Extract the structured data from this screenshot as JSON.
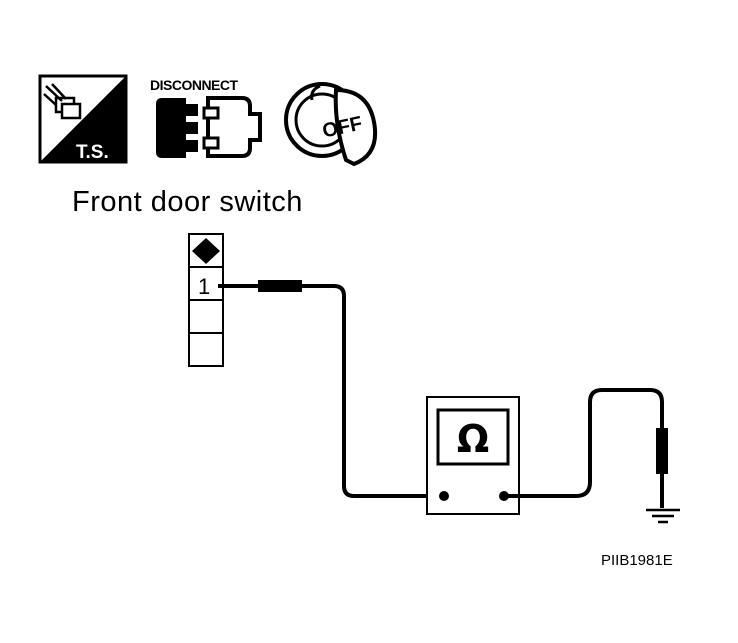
{
  "diagram": {
    "title": "Front door switch",
    "connector_pin": "1",
    "part_code": "PIIB1981E"
  },
  "icons": {
    "test_icon_label": "T.S.",
    "disconnect_label": "DISCONNECT",
    "ignition_label": "OFF",
    "meter_symbol": "Ω"
  },
  "colors": {
    "line": "#000000",
    "background": "#ffffff"
  }
}
